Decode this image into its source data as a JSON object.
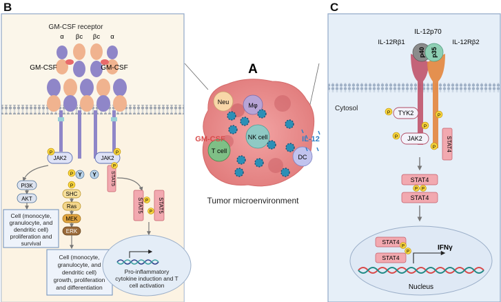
{
  "panels": {
    "a": {
      "letter": "A",
      "caption": "Tumor microenvironment",
      "cells": {
        "neu": "Neu",
        "mphi": "Mφ",
        "nk": "NK cell",
        "tcell": "T cell",
        "dc": "DC"
      },
      "cytokines": {
        "gmcsf": "GM-CSF",
        "il12": "IL-12"
      }
    },
    "b": {
      "letter": "B",
      "receptor_title": "GM-CSF receptor",
      "subunits": [
        "α",
        "βc",
        "βc",
        "α"
      ],
      "ligand_left": "GM-CSF",
      "ligand_right": "GM-CSF",
      "jak2": "JAK2",
      "p": "P",
      "y": "Y",
      "pi3k": "PI3K",
      "akt": "AKT",
      "shc": "SHC",
      "ras": "Ras",
      "mek": "MEK",
      "erk": "ERK",
      "stat5": "STAT5",
      "box1": [
        "Cell (monocyte,",
        "granulocyte, and",
        "dendritic cell)",
        "proliferation and",
        "survival"
      ],
      "box2": [
        "Cell (monocyte,",
        "granulocyte, and",
        "dendritic cell)",
        "growth, proliferation",
        "and differentiation"
      ],
      "nucleus_text": [
        "Pro-inflammatory",
        "cytokine induction and T",
        "cell activation"
      ]
    },
    "c": {
      "letter": "C",
      "il12p70": "IL-12p70",
      "p40": "p40",
      "p35": "p35",
      "rb1": "IL-12Rβ1",
      "rb2": "IL-12Rβ2",
      "cytosol": "Cytosol",
      "tyk2": "TYK2",
      "jak2": "JAK2",
      "stat4": "STAT4",
      "p": "P",
      "ifng": "IFNγ",
      "nucleus": "Nucleus"
    }
  },
  "colors": {
    "panel_b_bg": "#fbf6ea",
    "panel_c_bg": "#e6eff8",
    "border": "#8fa7c7",
    "receptor_purple": "#8f86c8",
    "receptor_orange": "#f0b38f",
    "stat_pink": "#f2a9b0",
    "phospho_yellow": "#f7d33c",
    "tumor_red": "#e98a8a",
    "il12_blue": "#2f7fc6",
    "gmcsf_red": "#d84a4a"
  }
}
